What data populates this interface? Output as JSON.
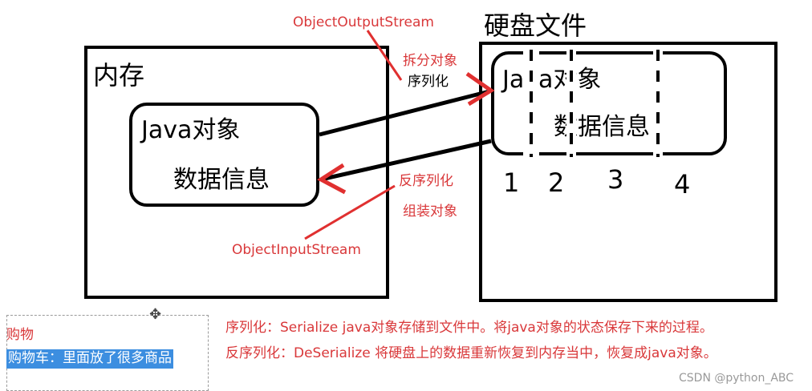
{
  "memory": {
    "title": "内存",
    "object_line1": "Java对象",
    "object_line2": "数据信息"
  },
  "disk": {
    "title": "硬盘文件",
    "object_line1": "Java对象",
    "object_line2": "数据信息",
    "parts": [
      "1",
      "2",
      "3",
      "4"
    ]
  },
  "labels": {
    "output_stream": "ObjectOutputStream",
    "split": "拆分对象",
    "serialize": "序列化",
    "deserialize": "反序列化",
    "assemble": "组装对象",
    "input_stream": "ObjectInputStream"
  },
  "notes": {
    "line1": "序列化：Serialize     java对象存储到文件中。将java对象的状态保存下来的过程。",
    "line2": "反序列化：DeSerialize    将硬盘上的数据重新恢复到内存当中，恢复成java对象。"
  },
  "editor": {
    "line1": "购物",
    "line2": "购物车：里面放了很多商品"
  },
  "watermark": "CSDN @python_ABC",
  "colors": {
    "annotation": "#d9383a",
    "selection": "#3c8ee0"
  }
}
